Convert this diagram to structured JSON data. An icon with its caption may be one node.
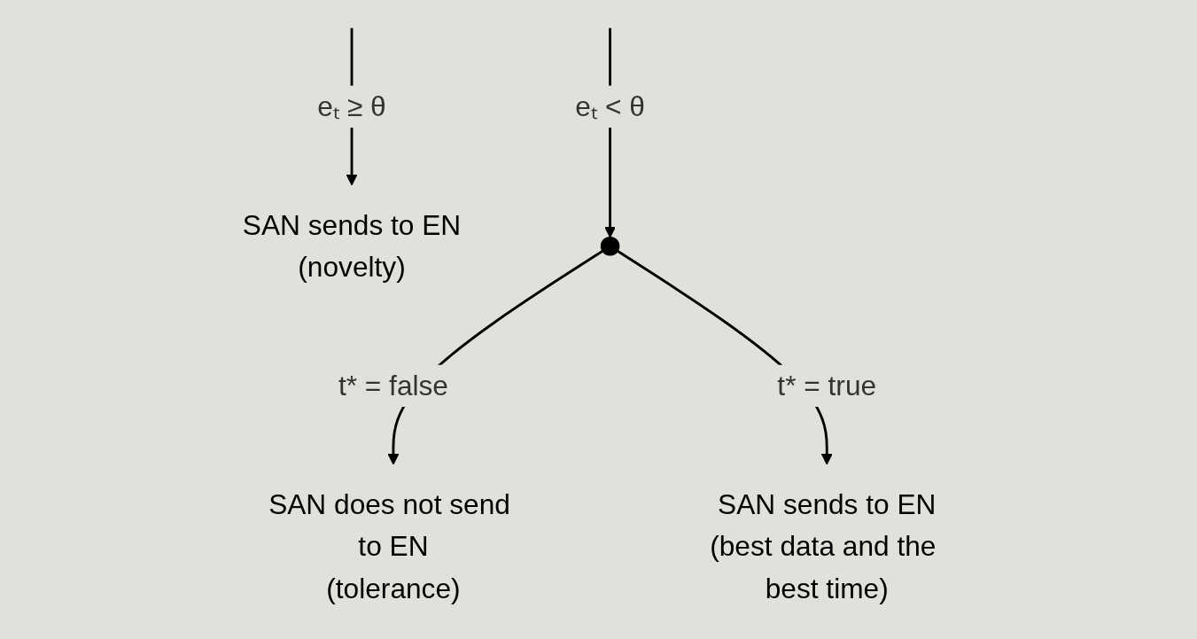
{
  "diagram": {
    "nodes": [
      {
        "text": [
          "SAN sends to EN",
          "(novelty)"
        ]
      },
      {
        "text": [],
        "shape": "point"
      },
      {
        "text": [
          "SAN does not send to EN",
          "(tolerance)"
        ]
      },
      {
        "text": [
          "SAN sends to EN",
          "(best data and the best time)"
        ]
      }
    ],
    "edges": [
      {
        "from": null,
        "to": 0,
        "arrow": "to",
        "label": "eₜ ≥ θ"
      },
      {
        "from": null,
        "to": 1,
        "arrow": "to",
        "label": "eₜ < θ"
      },
      {
        "from": 1,
        "to": 2,
        "arrow": "to",
        "label": "t* = false"
      },
      {
        "from": 1,
        "to": 3,
        "arrow": "to",
        "label": "t* = true"
      }
    ]
  }
}
